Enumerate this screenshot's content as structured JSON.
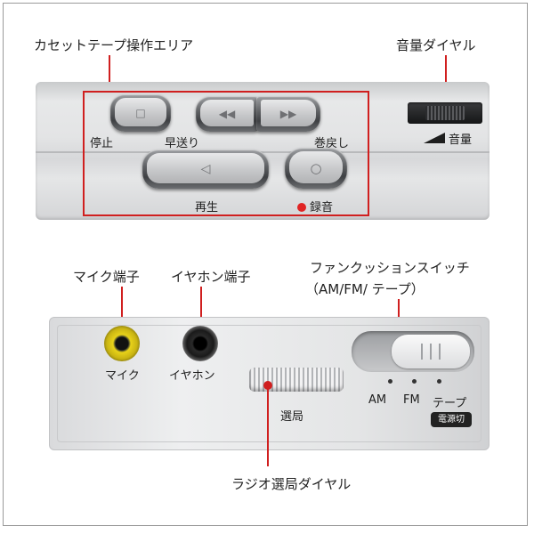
{
  "top_callouts": {
    "cassette_area": "カセットテープ操作エリア",
    "volume_dial": "音量ダイヤル"
  },
  "cassette_buttons": {
    "stop": "停止",
    "fast_forward": "早送り",
    "rewind": "巻戻し",
    "play": "再生",
    "record": "録音",
    "stop_symbol": "□",
    "rewind_symbol": "◀◀",
    "forward_symbol": "▶▶",
    "play_symbol": "◁",
    "record_symbol": "○"
  },
  "volume": {
    "label": "音量"
  },
  "bottom_callouts": {
    "mic_jack": "マイク端子",
    "earphone_jack": "イヤホン端子",
    "function_switch": "ファンクッションスイッチ",
    "function_switch_modes": "（AM/FM/ テープ）",
    "tuning_dial": "ラジオ選局ダイヤル"
  },
  "bottom_labels": {
    "mic": "マイク",
    "earphone": "イヤホン",
    "tuning": "選局",
    "am": "AM",
    "fm": "FM",
    "tape": "テープ",
    "power_off": "電源切"
  },
  "colors": {
    "accent_red": "#d01f1f",
    "mic_jack_yellow": "#e8d21a",
    "earphone_jack_black": "#1a1a1a"
  }
}
